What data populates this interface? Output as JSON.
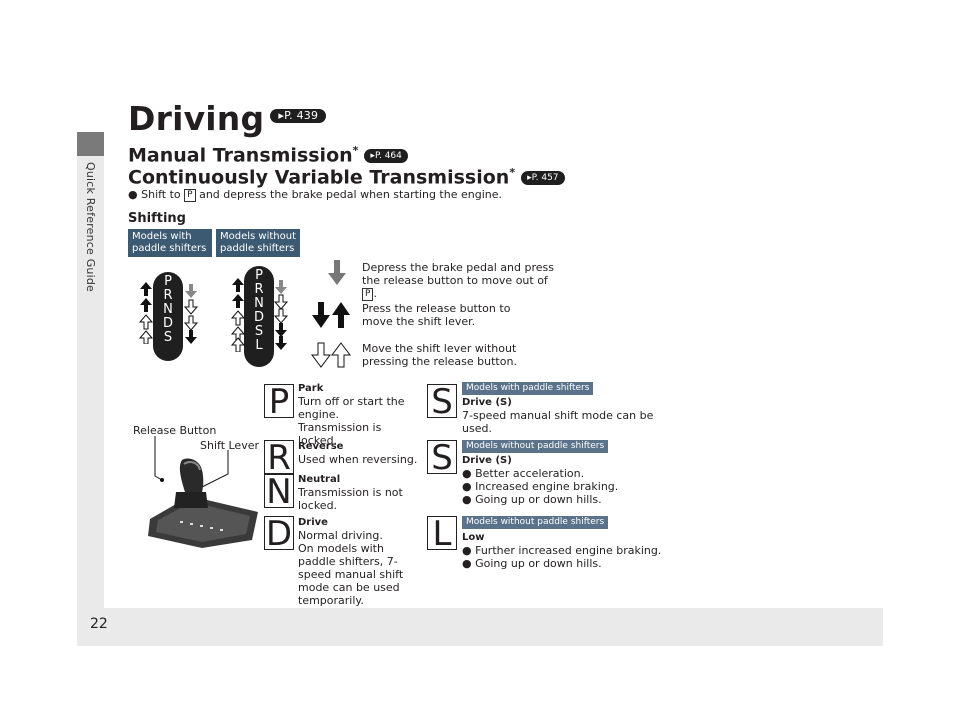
{
  "sidebar": {
    "label": "Quick Reference Guide"
  },
  "page": {
    "number": "22"
  },
  "title": {
    "text": "Driving",
    "ref": "P. 439"
  },
  "manual": {
    "text": "Manual Transmission",
    "star": "*",
    "ref": "P. 464"
  },
  "cvt": {
    "text": "Continuously Variable Transmission",
    "star": "*",
    "ref": "P. 457"
  },
  "intro": {
    "bullet": "●",
    "pre": "Shift to",
    "key": "P",
    "post": "and depress the brake pedal when starting the engine."
  },
  "shifting": {
    "title": "Shifting"
  },
  "tags": {
    "with": "Models with paddle shifters",
    "without": "Models without paddle shifters"
  },
  "gates": {
    "with": [
      "P",
      "R",
      "N",
      "D",
      "S"
    ],
    "without": [
      "P",
      "R",
      "N",
      "D",
      "S",
      "L"
    ]
  },
  "legend": {
    "depress": "Depress the brake pedal and press the release button to move out of",
    "depress_key": "P",
    "press": "Press the release button to move the shift lever.",
    "move": "Move the shift lever without pressing the release button."
  },
  "labels": {
    "release": "Release Button",
    "lever": "Shift Lever"
  },
  "positions": {
    "p": {
      "letter": "P",
      "title": "Park",
      "desc": "Turn off or start the engine.\nTransmission is locked."
    },
    "r": {
      "letter": "R",
      "title": "Reverse",
      "desc": "Used when reversing."
    },
    "n": {
      "letter": "N",
      "title": "Neutral",
      "desc": "Transmission is not locked."
    },
    "d": {
      "letter": "D",
      "title": "Drive",
      "desc": "Normal driving.\nOn models with paddle shifters, 7-speed manual shift mode can be used temporarily."
    },
    "s1": {
      "letter": "S",
      "tag": "Models with paddle shifters",
      "title": "Drive (S)",
      "desc": "7-speed manual shift mode can be used."
    },
    "s2": {
      "letter": "S",
      "tag": "Models without paddle shifters",
      "title": "Drive (S)",
      "b1": "Better acceleration.",
      "b2": "Increased engine braking.",
      "b3": "Going up or down hills."
    },
    "l": {
      "letter": "L",
      "tag": "Models without paddle shifters",
      "title": "Low",
      "b1": "Further increased engine braking.",
      "b2": "Going up or down hills."
    }
  },
  "bullet": "●"
}
